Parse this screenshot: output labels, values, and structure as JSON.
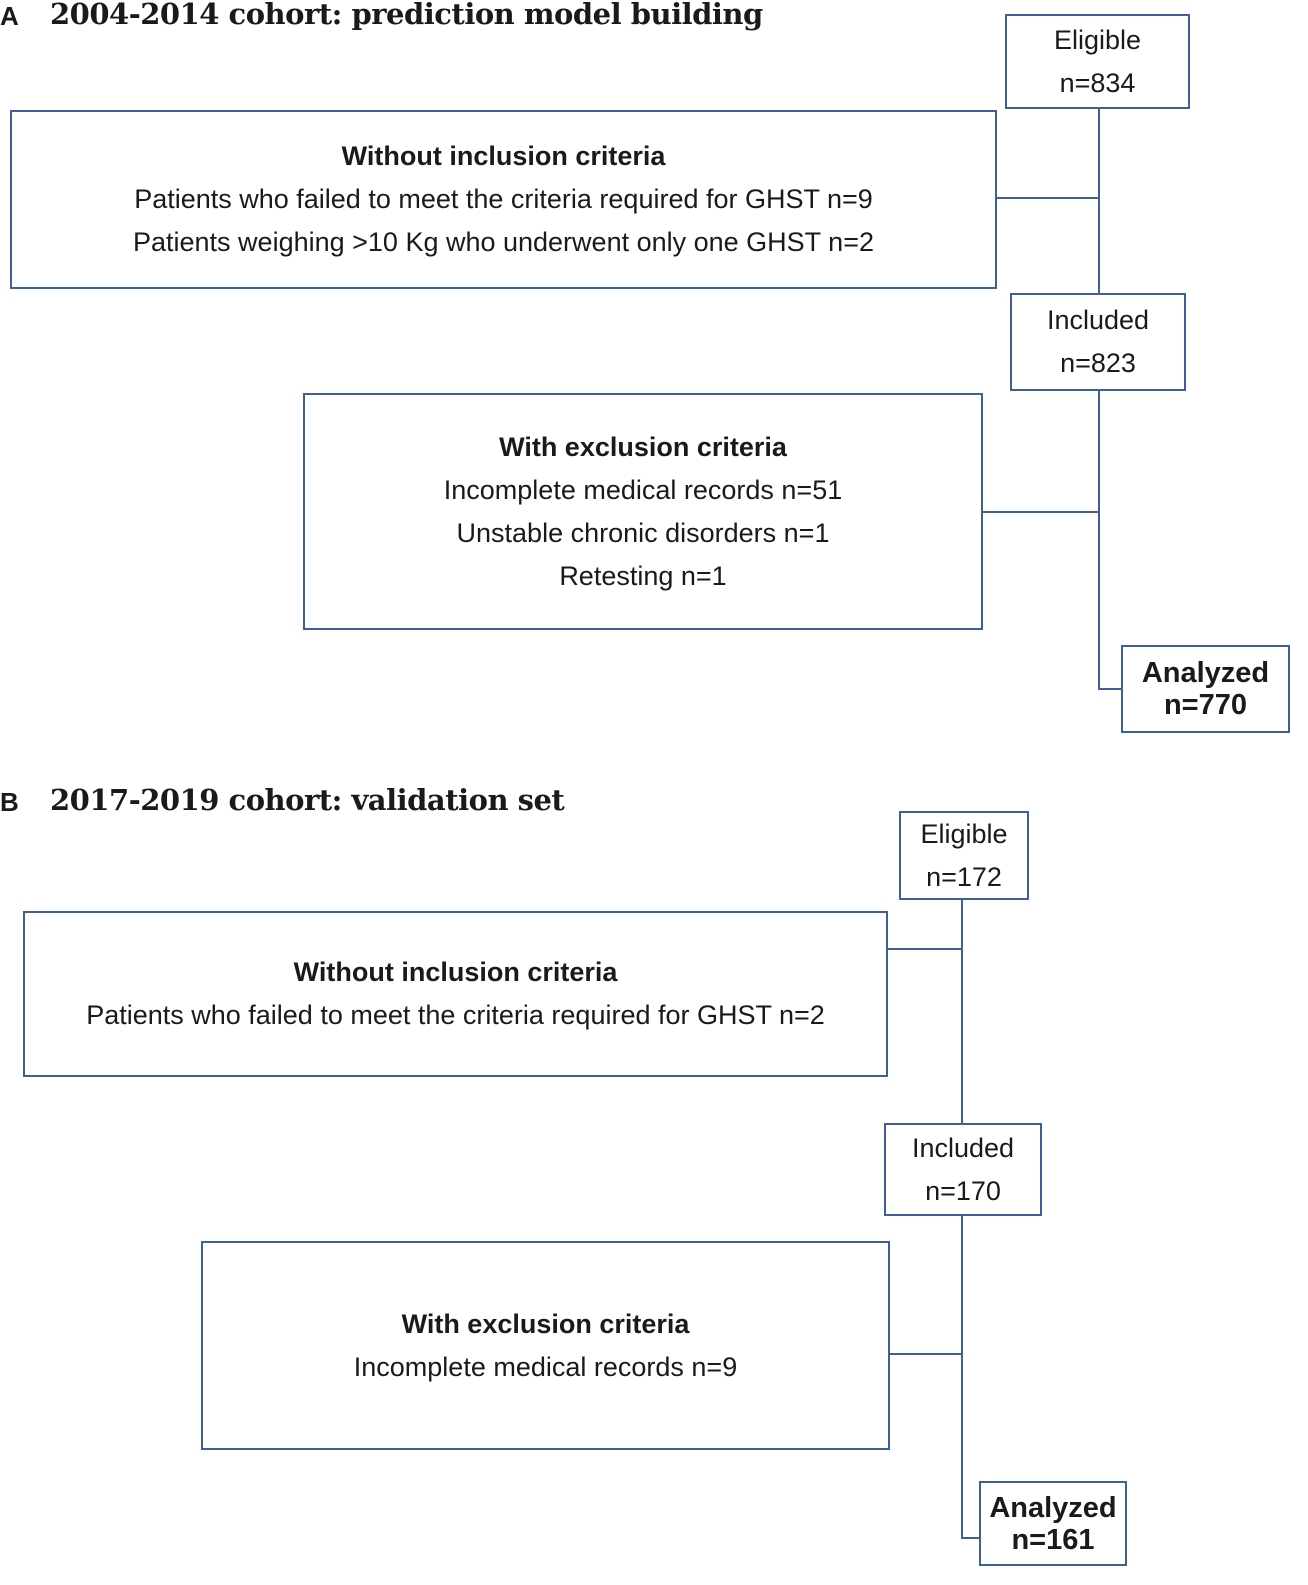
{
  "panel_a": {
    "letter": "A",
    "title": "2004-2014 cohort: prediction model building",
    "eligible": {
      "label": "Eligible",
      "count": "n=834"
    },
    "without_inclusion": {
      "heading": "Without inclusion  criteria",
      "lines": [
        "Patients  who  failed  to meet  the  criteria  required  for  GHST  n=9",
        "Patients  weighing  >10  Kg  who  underwent  only one  GHST  n=2"
      ]
    },
    "included": {
      "label": "Included",
      "count": "n=823"
    },
    "with_exclusion": {
      "heading": "With exclusion criteria",
      "lines": [
        "Incomplete  medical records  n=51",
        "Unstable  chronic  disorders  n=1",
        "Retesting  n=1"
      ]
    },
    "analyzed": {
      "label": "Analyzed",
      "count": "n=770"
    }
  },
  "panel_b": {
    "letter": "B",
    "title": "2017-2019 cohort: validation set",
    "eligible": {
      "label": "Eligible",
      "count": "n=172"
    },
    "without_inclusion": {
      "heading": "Without inclusion  criteria",
      "lines": [
        "Patients  who  failed  to meet  the  criteria  required  for  GHST  n=2"
      ]
    },
    "included": {
      "label": "Included",
      "count": "n=170"
    },
    "with_exclusion": {
      "heading": "With exclusion criteria",
      "lines": [
        "Incomplete  medical records  n=9"
      ]
    },
    "analyzed": {
      "label": "Analyzed",
      "count": "n=161"
    }
  },
  "colors": {
    "box_border": "#3f5f9a",
    "connector": "#3f5f9a",
    "text": "#1a1a1a"
  }
}
